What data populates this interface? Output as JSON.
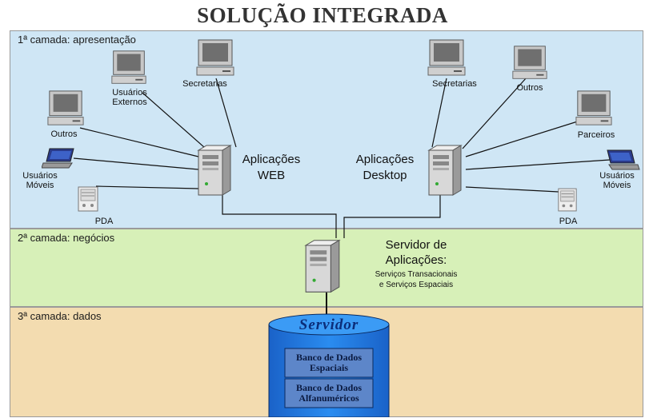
{
  "title": "SOLUÇÃO INTEGRADA",
  "layers": [
    {
      "label": "1ª camada: apresentação",
      "color": "#cfe6f5"
    },
    {
      "label": "2ª camada: negócios",
      "color": "#d7f0b8"
    },
    {
      "label": "3ª camada: dados",
      "color": "#f3dcb0"
    }
  ],
  "left_clients": {
    "secretarias": "Secretarias",
    "usuarios_externos": "Usuários Externos",
    "outros": "Outros",
    "usuarios_moveis": "Usuários Móveis",
    "pda": "PDA"
  },
  "right_clients": {
    "secretarias": "Secretarias",
    "outros": "Outros",
    "parceiros": "Parceiros",
    "usuarios_moveis": "Usuários Móveis",
    "pda": "PDA"
  },
  "web_app": {
    "line1": "Aplicações",
    "line2": "WEB"
  },
  "desktop_app": {
    "line1": "Aplicações",
    "line2": "Desktop"
  },
  "app_server": {
    "line1": "Servidor de",
    "line2": "Aplicações:",
    "sub1": "Serviços Transacionais",
    "sub2": "e Serviços Espaciais"
  },
  "database": {
    "top": "Servidor",
    "box1_line1": "Banco de Dados",
    "box1_line2": "Espaciais",
    "box2_line1": "Banco de Dados",
    "box2_line2": "Alfanuméricos"
  },
  "colors": {
    "db_blue": "#1d78e6",
    "db_box": "#5d86c9",
    "line": "#111111"
  }
}
